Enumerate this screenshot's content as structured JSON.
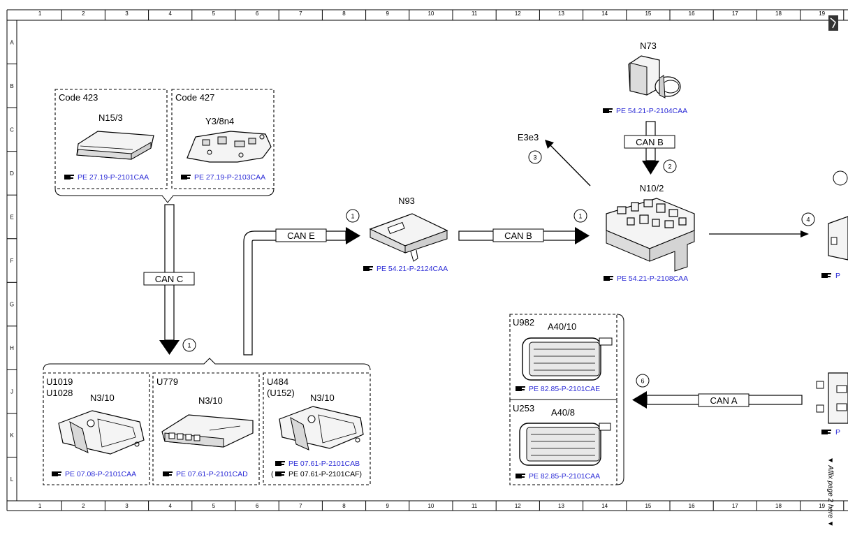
{
  "grid": {
    "columns": [
      "1",
      "2",
      "3",
      "4",
      "5",
      "6",
      "7",
      "8",
      "9",
      "10",
      "11",
      "12",
      "13",
      "14",
      "15",
      "16",
      "17",
      "18",
      "19"
    ],
    "rows": [
      "A",
      "B",
      "C",
      "D",
      "E",
      "F",
      "G",
      "H",
      "J",
      "K",
      "L"
    ]
  },
  "affix_note": "▼ Affix page 2 here ▼",
  "codes": {
    "code423": "Code 423",
    "code427": "Code 427",
    "u1019": "U1019",
    "u1028": "U1028",
    "u779": "U779",
    "u484": "U484",
    "u152": "(U152)",
    "u982": "U982",
    "u253": "U253"
  },
  "components": {
    "n15_3": "N15/3",
    "y3_8n4": "Y3/8n4",
    "n3_10_a": "N3/10",
    "n3_10_b": "N3/10",
    "n3_10_c": "N3/10",
    "n93": "N93",
    "n73": "N73",
    "n10_2": "N10/2",
    "e3e3": "E3e3",
    "a40_10": "A40/10",
    "a40_8": "A40/8"
  },
  "buses": {
    "can_c": "CAN C",
    "can_e": "CAN E",
    "can_b_1": "CAN B",
    "can_b_2": "CAN B",
    "can_a": "CAN A"
  },
  "markers": {
    "m1_canc": "1",
    "m1_cane": "1",
    "m1_canb": "1",
    "m2": "2",
    "m3": "3",
    "m4": "4",
    "m6": "6"
  },
  "refs": {
    "n15_3": "PE 27.19-P-2101CAA",
    "y3_8n4": "PE 27.19-P-2103CAA",
    "n3_10_a": "PE 07.08-P-2101CAA",
    "n3_10_b": "PE 07.61-P-2101CAD",
    "n3_10_c1": "PE 07.61-P-2101CAB",
    "n3_10_c2": "(",
    "n3_10_c2b": "PE 07.61-P-2101CAF)",
    "n93": "PE 54.21-P-2124CAA",
    "n73": "PE 54.21-P-2104CAA",
    "n10_2": "PE 54.21-P-2108CAA",
    "a40_10": "PE 82.85-P-2101CAE",
    "a40_8": "PE 82.85-P-2101CAA",
    "right_1": "P",
    "right_2": "P"
  },
  "colors": {
    "link": "#2b2bd6",
    "line": "#000000"
  }
}
